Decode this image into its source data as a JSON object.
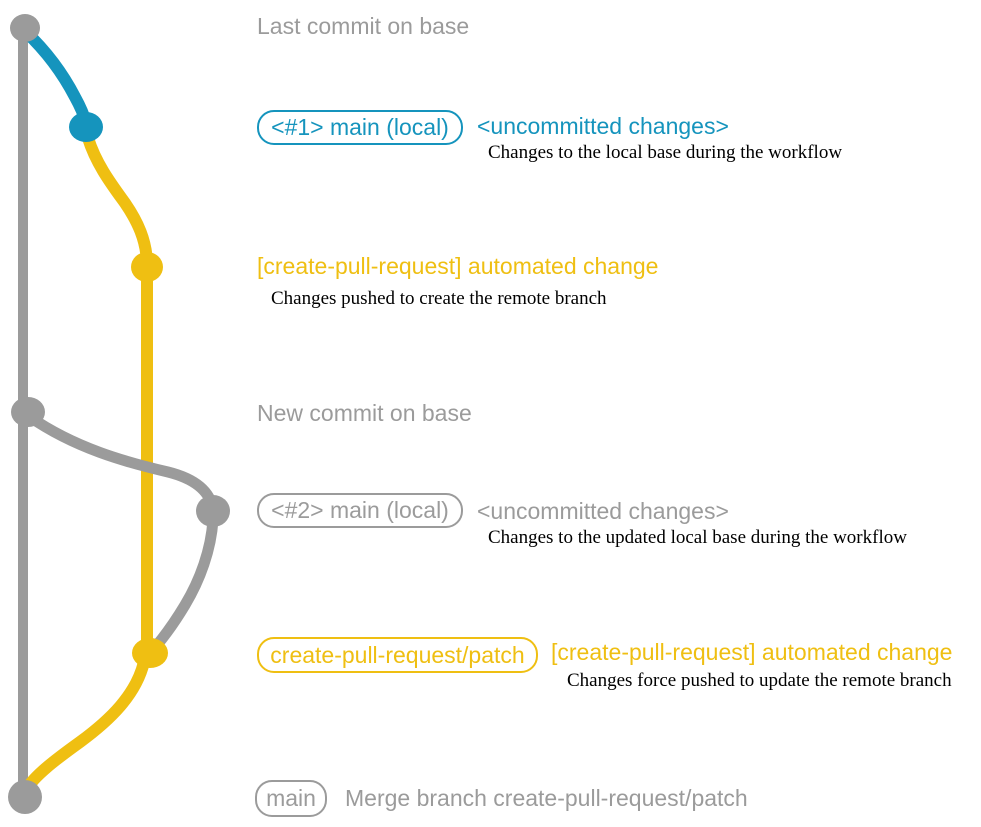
{
  "colors": {
    "gray": "#9b9b9b",
    "blue": "#1594bd",
    "yellow": "#efbf12",
    "ink": "#000000",
    "background": "#ffffff"
  },
  "annotations": {
    "last_commit_on_base": "Last commit on base",
    "new_commit_on_base": "New commit on base",
    "merge_message": "Merge branch create-pull-request/patch"
  },
  "badges": {
    "main_local_1": "<#1> main (local)",
    "main_local_2": "<#2> main (local)",
    "patch_branch": "create-pull-request/patch",
    "main": "main"
  },
  "messages": {
    "uncommitted_1": "<uncommitted changes>",
    "uncommitted_1_desc": "Changes to the local base during the workflow",
    "automated_change_1": "[create-pull-request] automated change",
    "automated_change_1_desc": "Changes pushed to create the remote branch",
    "uncommitted_2": "<uncommitted changes>",
    "uncommitted_2_desc": "Changes to the updated local base during the workflow",
    "automated_change_2": "[create-pull-request] automated change",
    "automated_change_2_desc": "Changes force pushed to update the remote branch"
  }
}
